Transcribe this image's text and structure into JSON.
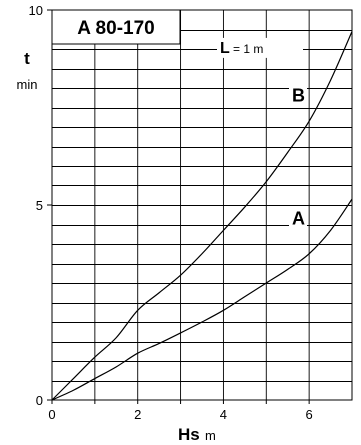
{
  "chart_data": {
    "type": "line",
    "title": "A 80-170",
    "annotation": {
      "label": "L",
      "value": "= 1 m"
    },
    "ylabel": "t",
    "yunit": "min",
    "xlabel": "Hs",
    "xunit": "m",
    "xlim": [
      0,
      7
    ],
    "ylim": [
      0,
      10
    ],
    "xticks": [
      0,
      2,
      4,
      6
    ],
    "yticks": [
      0,
      5,
      10
    ],
    "grid": true,
    "series": [
      {
        "name": "A",
        "x": [
          0,
          0.5,
          1,
          1.5,
          2,
          2.5,
          3,
          3.5,
          4,
          4.5,
          5,
          5.5,
          6,
          6.5,
          7
        ],
        "values": [
          0,
          0.25,
          0.55,
          0.85,
          1.2,
          1.45,
          1.72,
          2.0,
          2.3,
          2.65,
          3.0,
          3.35,
          3.75,
          4.35,
          5.15
        ]
      },
      {
        "name": "B",
        "x": [
          0,
          0.5,
          1,
          1.5,
          2,
          2.5,
          3,
          3.5,
          4,
          4.5,
          5,
          5.5,
          6,
          6.5,
          7
        ],
        "values": [
          0,
          0.55,
          1.1,
          1.6,
          2.3,
          2.75,
          3.2,
          3.75,
          4.35,
          4.95,
          5.6,
          6.35,
          7.15,
          8.2,
          9.45
        ]
      }
    ],
    "series_label_positions": [
      {
        "series": "A",
        "x": 5.6,
        "y": 4.5
      },
      {
        "series": "B",
        "x": 5.6,
        "y": 7.65
      }
    ],
    "annotation_position": {
      "x": 3.92,
      "y": 8.9
    }
  }
}
